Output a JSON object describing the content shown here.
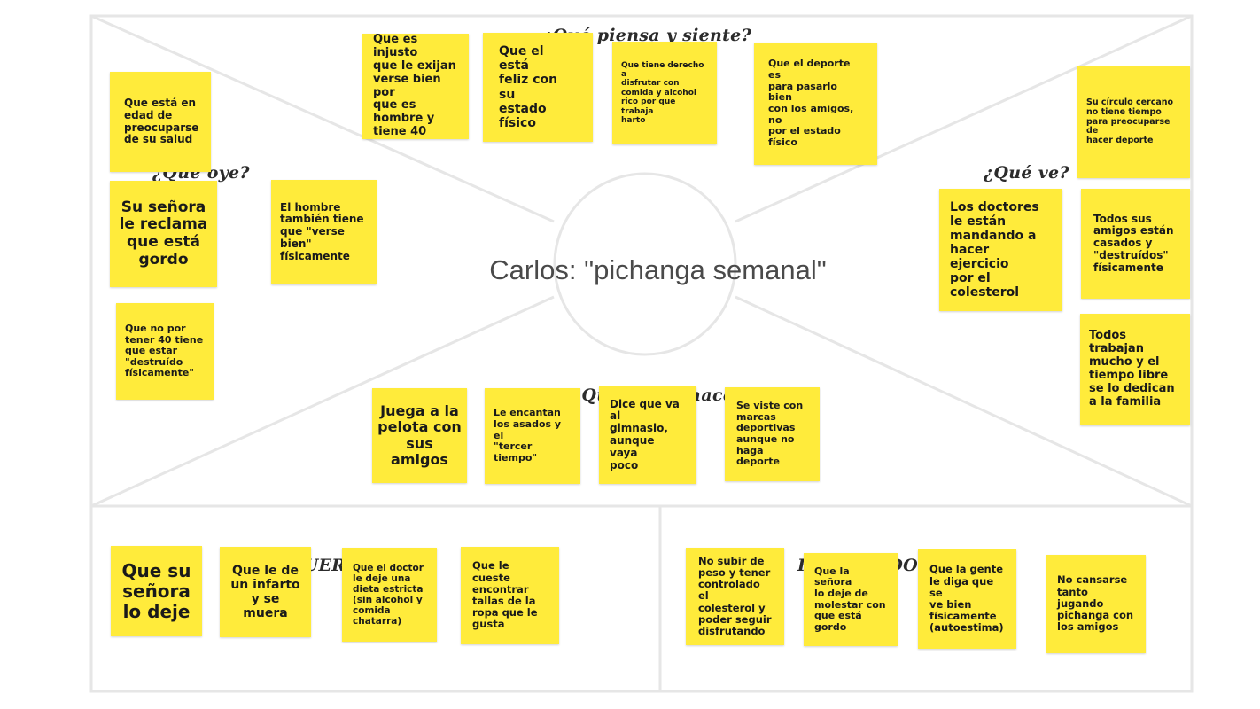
{
  "center_label": "Carlos: \"pichanga semanal\"",
  "colors": {
    "note": "#ffeb3b",
    "lines": "#e6e6e6",
    "text": "#1a1a1a"
  },
  "sections": {
    "piensa": "¿Qué piensa y siente?",
    "oye": "¿Que oye?",
    "ve": "¿Qué ve?",
    "hace": "¿Qué dice y hace?",
    "esfuerzos": "ESFUERZOS",
    "resultados": "RESULTADOS"
  },
  "notes": {
    "piensa_1": "Que es injusto\nque le exijan\nverse bien por\nque es\nhombre y\ntiene 40",
    "piensa_2": "Que el está\nfeliz con su\nestado físico",
    "piensa_3": "Que tiene derecho a\ndisfrutar con\ncomida y alcohol\nrico por que trabaja\nharto",
    "piensa_4": "Que el deporte es\npara pasarlo bien\ncon los amigos, no\npor el estado físico",
    "oye_1": "Que está en\nedad de\npreocuparse\nde su salud",
    "oye_2": "Su señora\nle reclama\nque está\ngordo",
    "oye_3": "El hombre\ntambién tiene\nque \"verse\nbien\"\nfísicamente",
    "oye_4": "Que no por\ntener 40 tiene\nque estar\n\"destruído\nfísicamente\"",
    "ve_1": "Su círculo cercano\nno tiene tiempo\npara preocuparse de\nhacer deporte",
    "ve_2": "Los doctores\nle están\nmandando a\nhacer ejercicio\npor el\ncolesterol",
    "ve_3": "Todos sus\namigos están\ncasados y\n\"destruídos\"\nfísicamente",
    "ve_4": "Todos trabajan\nmucho y el\ntiempo libre\nse lo dedican\na la familia",
    "hace_1": "Juega a la\npelota con\nsus\namigos",
    "hace_2": "Le encantan\nlos asados y el\n\"tercer\ntiempo\"",
    "hace_3": "Dice que va al\ngimnasio,\naunque vaya\npoco",
    "hace_4": "Se viste con\nmarcas\ndeportivas\naunque no\nhaga deporte",
    "esf_1": "Que su\nseñora\nlo deje",
    "esf_2": "Que le de\nun infarto\ny se\nmuera",
    "esf_3": "Que el doctor\nle deje una\ndieta estricta\n(sin alcohol y\ncomida\nchatarra)",
    "esf_4": "Que le cueste\nencontrar\ntallas de la\nropa que le\ngusta",
    "res_1": "No subir de\npeso y tener\ncontrolado el\ncolesterol y\npoder seguir\ndisfrutando",
    "res_2": "Que la señora\nlo deje de\nmolestar con\nque está\ngordo",
    "res_3": "Que la gente\nle diga que se\nve bien\nfísicamente\n(autoestima)",
    "res_4": "No cansarse\ntanto jugando\npichanga con\nlos amigos"
  }
}
